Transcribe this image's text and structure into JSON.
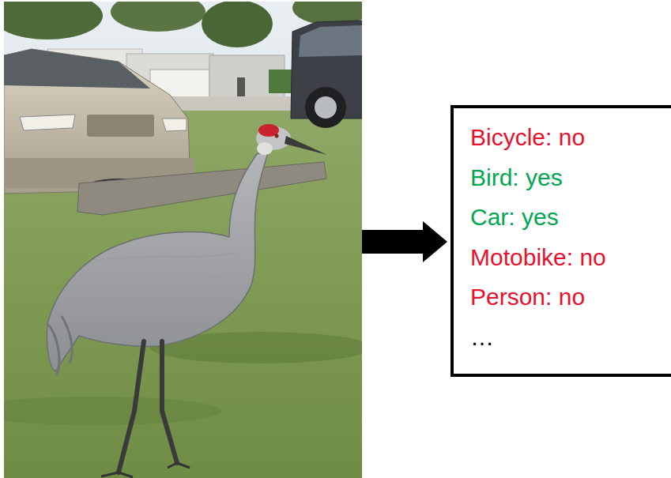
{
  "diagram": {
    "nodes": [
      {
        "text": [
          "Bicycle: no",
          "Bird: yes",
          "Car: yes",
          "Motobike: no",
          "Person: no",
          "…"
        ]
      }
    ]
  }
}
